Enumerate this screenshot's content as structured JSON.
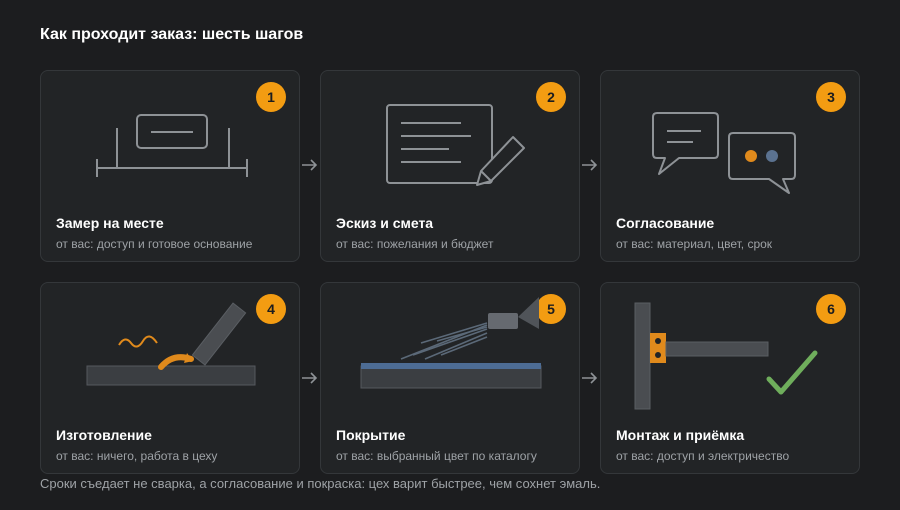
{
  "title": "Как проходит заказ: шесть шагов",
  "steps": [
    {
      "number": "1",
      "title": "Замер на месте",
      "subtitle": "от вас: доступ и готовое основание",
      "icon": "measure-icon"
    },
    {
      "number": "2",
      "title": "Эскиз и смета",
      "subtitle": "от вас: пожелания и бюджет",
      "icon": "sketch-pencil-icon"
    },
    {
      "number": "3",
      "title": "Согласование",
      "subtitle": "от вас: материал, цвет, срок",
      "icon": "chat-bubbles-icon"
    },
    {
      "number": "4",
      "title": "Изготовление",
      "subtitle": "от вас: ничего, работа в цеху",
      "icon": "welding-icon"
    },
    {
      "number": "5",
      "title": "Покрытие",
      "subtitle": "от вас: выбранный цвет по каталогу",
      "icon": "spray-paint-icon"
    },
    {
      "number": "6",
      "title": "Монтаж и приёмка",
      "subtitle": "от вас: доступ и электричество",
      "icon": "mount-check-icon"
    }
  ],
  "footer": "Сроки съедает не сварка, а согласование и покраска: цех варит быстрее, чем сохнет эмаль.",
  "colors": {
    "background": "#1c1d1f",
    "card": "#222426",
    "accent": "#f39c12",
    "line": "#8e9296",
    "check": "#6fae5c",
    "coating": "#4d6c94"
  }
}
